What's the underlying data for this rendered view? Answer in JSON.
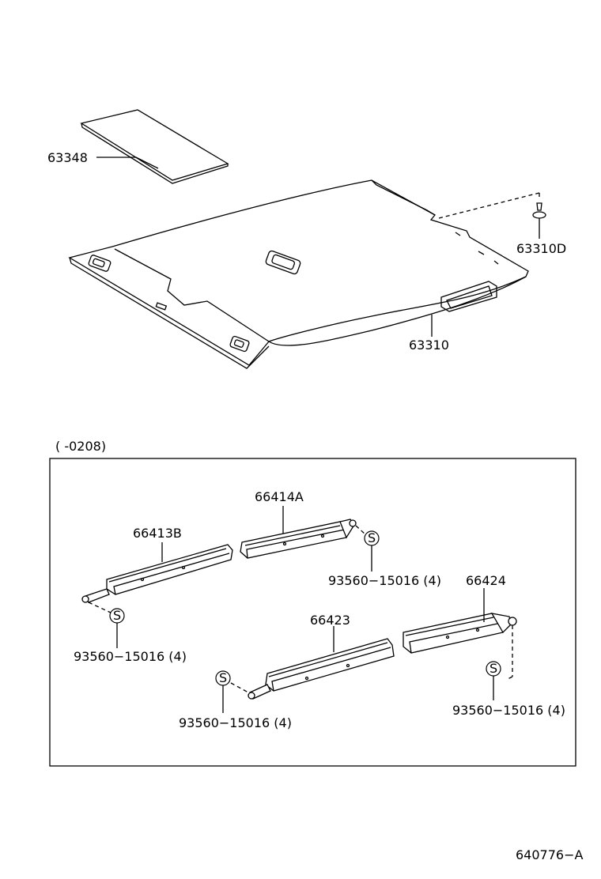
{
  "labels": {
    "sunshade_panel": "63348",
    "headliner": "63310",
    "clip": "63310D",
    "date_range": "(         -0208)",
    "rail_front_left": "66413B",
    "rail_rear_left": "66414A",
    "rail_front_right": "66423",
    "rail_rear_right": "66424",
    "screw_qty_1": "93560−15016 (4)",
    "screw_qty_2": "93560−15016 (4)",
    "screw_qty_3": "93560−15016 (4)",
    "screw_qty_4": "93560−15016 (4)",
    "screw_symbol": "S",
    "drawing_number": "640776−A"
  }
}
